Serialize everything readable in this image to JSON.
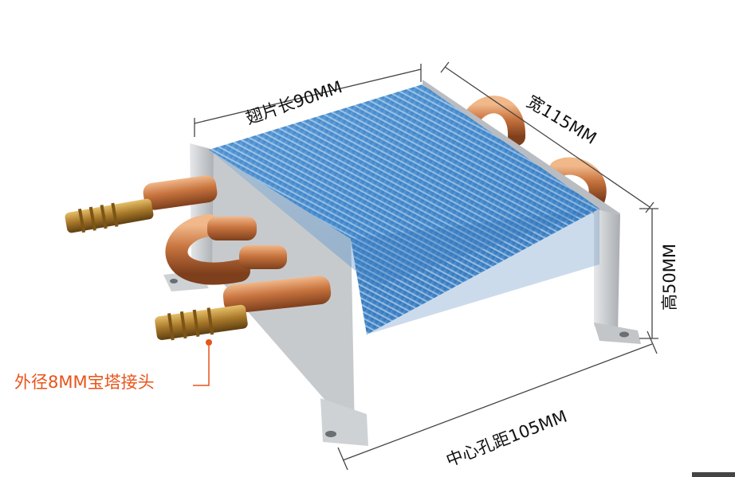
{
  "labels": {
    "fin_length": "翅片长90MM",
    "width": "宽115MM",
    "height": "高50MM",
    "hole_distance": "中心孔距105MM",
    "pagoda_joint": "外径8MM宝塔接头"
  },
  "colors": {
    "fin_blue": "#4b8fd0",
    "copper": "#c8743f",
    "brass": "#a8782a",
    "bracket": "#c9cccf",
    "callout": "#e8541a"
  }
}
